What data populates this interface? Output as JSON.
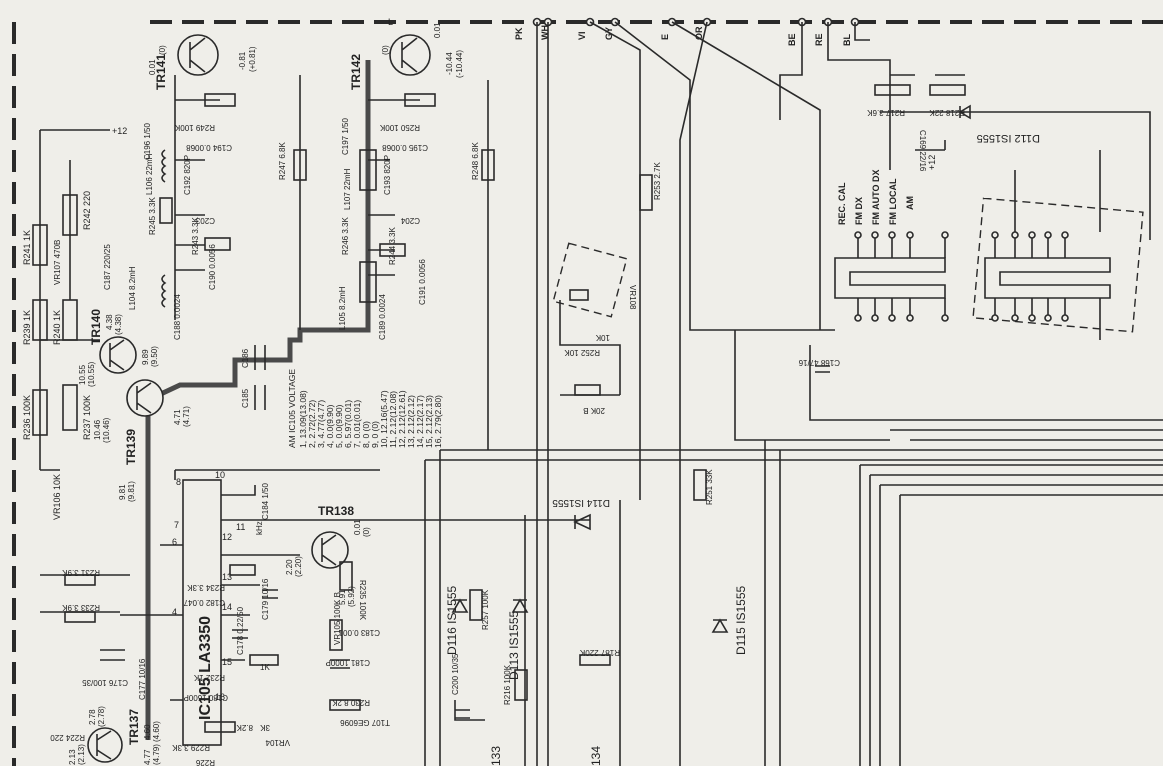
{
  "wire_labels": [
    "PK",
    "WH",
    "VI",
    "GY",
    "E",
    "OR",
    "BE",
    "RE",
    "BL"
  ],
  "transistors": {
    "tr141": {
      "ref": "TR141",
      "v1": "0.01",
      "v2": "(0)",
      "v3": "-0.81",
      "v4": "(+0.81)"
    },
    "tr142": {
      "ref": "TR142",
      "v1": "(0)",
      "v2": "-10.44",
      "v3": "(-10.44)",
      "v4": "0.01"
    },
    "tr140": {
      "ref": "TR140",
      "v1": "4.38",
      "v2": "(4.38)",
      "v3": "10.55",
      "v4": "(10.55)"
    },
    "tr139": {
      "ref": "TR139",
      "v1": "9.89",
      "v2": "(9.50)",
      "v3": "10.46",
      "v4": "(10.46)",
      "v5": "4.71",
      "v6": "(4.71)",
      "v7": "9.81",
      "v8": "(9.81)"
    },
    "tr138": {
      "ref": "TR138",
      "v1": "0.01",
      "v2": "(0)",
      "v3": "2.20",
      "v4": "(2.20)",
      "v5": "5.91",
      "v6": "(5.92)"
    },
    "tr137": {
      "ref": "TR137",
      "v1": "2.78",
      "v2": "(2.78)",
      "v3": "4.60",
      "v4": "(4.60)",
      "v5": "4.77",
      "v6": "(4.79)",
      "v7": "2.13",
      "v8": "(2.13)"
    }
  },
  "ic": {
    "ref": "IC105",
    "part": "LA3350",
    "pins": [
      "8",
      "10",
      "6",
      "7",
      "12",
      "11",
      "13",
      "14",
      "15",
      "4",
      "16"
    ]
  },
  "voltage_table": {
    "title": "AM IC105 VOLTAGE",
    "rows": [
      "1, 13.09(13.08)",
      "2, 2.72(2.72)",
      "3, 4.77(4.77)",
      "4, 0.0(9.90)",
      "5, 0.0(9.90)",
      "6, 5.97(0.01)",
      "7, 0.01(0.01)",
      "8, 0 (0)",
      "9, 0 (0)",
      "10, 12.16(5.47)",
      "11, 2.12(12.08)",
      "12, 2.12(12.61)",
      "13, 2.12(2.12)",
      "14, 2.12(2.17)",
      "15, 2.12(2.13)",
      "16, 2.79(2.80)"
    ]
  },
  "resistors": {
    "r249": "R249 100K",
    "r247": "R247 6.8K",
    "r245": "R245 3.3K",
    "r243": "R243 3.3K",
    "r250": "R250 100K",
    "r248": "R248 6.8K",
    "r246": "R246 3.3K",
    "r244": "R244 3.3K",
    "r242": "R242 220",
    "r241": "R241 1K",
    "r239": "R239 1K",
    "r240": "R240 1K",
    "r236": "R236 100K",
    "r237": "R237 100K",
    "r231": "R231 3.9K",
    "r233": "R233 3.9K",
    "r234": "R234 3.3K",
    "r235": "R235 100K",
    "r232": "R232 1K",
    "r230": "R230 8.2K",
    "r229": "R229 3.3K",
    "r226": "R226",
    "r224": "R224 220",
    "r253": "R253 2.7K",
    "r252": "R252 10K",
    "r251": "R251 33K",
    "r257": "R257 100K",
    "r216": "R216 100K",
    "r187": "R187 220K",
    "r217": "R217 3.6K",
    "r218": "R218 22K"
  },
  "capacitors": {
    "c196": "C196 1/50",
    "c194": "C194 0.0068",
    "c192": "C192 820P",
    "c203": "C203",
    "c190": "C190 0.0056",
    "c188": "C188 0.0024",
    "c186": "C186",
    "c185": "C185",
    "c197": "C197 1/50",
    "c195": "C195 0.0068",
    "c193": "C193 820P",
    "c204": "C204",
    "c191": "C191 0.0056",
    "c189": "C189 0.0024",
    "c187": "C187 220/25",
    "c184": "C184 1/50",
    "c182": "C182 0.047",
    "c178": "C178 0.22/50",
    "c179": "C179 10/16",
    "c183": "C183 0.001",
    "c181": "C181 1000P",
    "c180": "C180 1600P",
    "c177": "C177 10/16",
    "c176": "C176 100/35",
    "c200": "C200 10/35",
    "c169": "C169 22/16",
    "c168": "C168 47/16"
  },
  "inductors": {
    "l106": "L106 22mH",
    "l104": "L104 8.2mH",
    "l107": "L107 22mH",
    "l105": "L105 8.2mH"
  },
  "diodes": {
    "d112": "D112 IS1555",
    "d114": "D114 IS1555",
    "d113": "D113 IS1555",
    "d116": "D116 IS1555",
    "d115": "D115 IS1555"
  },
  "vrs": {
    "vr106": "VR106 10K",
    "vr107": "VR107 470B",
    "vr108": "VR108",
    "vr105": "VR105 100K B",
    "vr104": "VR104",
    "vr_20k": "20K B",
    "vr_10k": "10K"
  },
  "switch_labels": [
    "REC. CAL",
    "FM DX",
    "FM AUTO DX",
    "FM LOCAL",
    "AM"
  ],
  "misc": {
    "plus12a": "+12",
    "plus12b": "+12",
    "khz": "kHz",
    "t107": "T107 GE6096",
    "c133": "133",
    "c134": "134",
    "label_l": "L",
    "label_1k": "1K",
    "label_3k": "3K",
    "label_8_2k": "8.2K"
  }
}
